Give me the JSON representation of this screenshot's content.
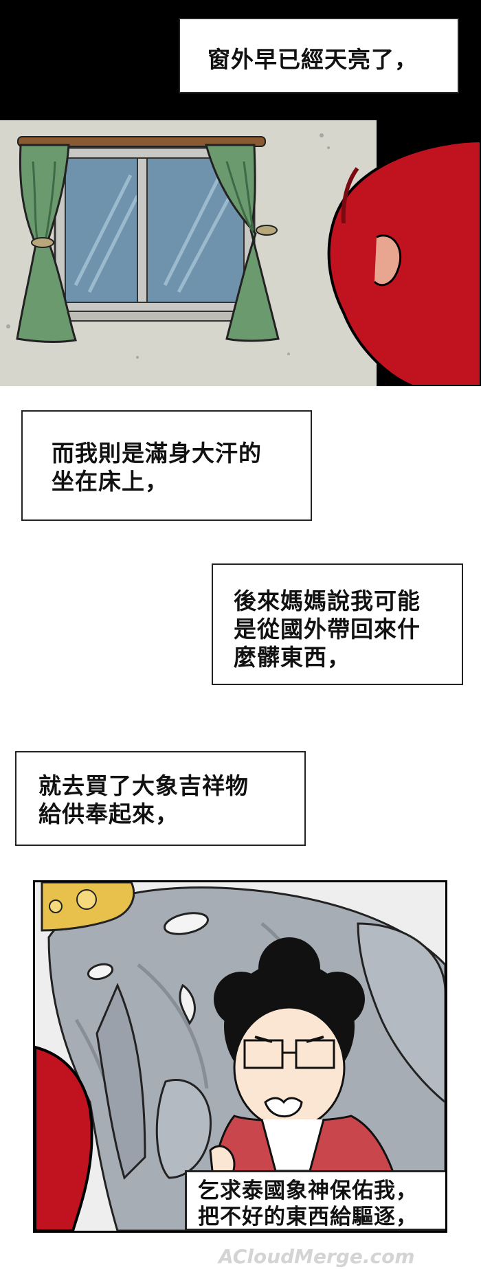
{
  "captions": {
    "c1": [
      "窗外早已經天亮了，"
    ],
    "c2": [
      "而我則是滿身大汗的",
      "坐在床上，"
    ],
    "c3": [
      "後來媽媽說我可能",
      "是從國外帶回來什",
      "麼髒東西，"
    ],
    "c4": [
      "就去買了大象吉祥物",
      "給供奉起來，"
    ],
    "c5": [
      "乞求泰國象神保佑我，",
      "把不好的東西給驅逐，"
    ]
  },
  "watermark": {
    "text": "ACloudMerge.com"
  },
  "colors": {
    "night_black": "#000000",
    "wall": "#d7d6cc",
    "curtain_green": "#6b9a6f",
    "window_blue": "#6f93ad",
    "red_figure": "#c1121f",
    "elephant_grey": "#a7adb5",
    "crown_gold": "#e8c04c",
    "shirt_red": "#c8464c"
  }
}
